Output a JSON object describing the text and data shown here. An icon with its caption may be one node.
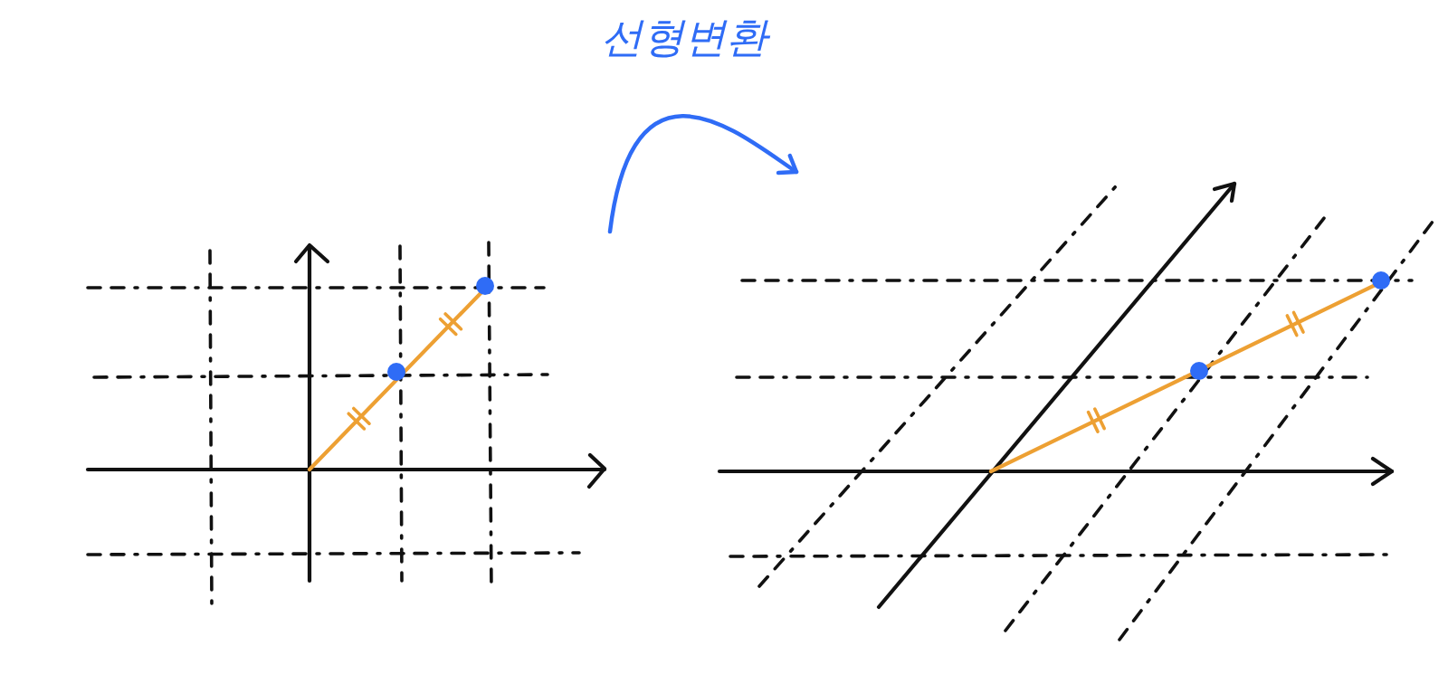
{
  "diagram": {
    "nodes": [
      {
        "text": [],
        "shape": "picture"
      },
      {
        "text": [],
        "shape": "picture"
      }
    ],
    "edges": [
      {
        "from": 0,
        "to": 1,
        "arrow": "to",
        "label": "선형변환"
      }
    ]
  }
}
